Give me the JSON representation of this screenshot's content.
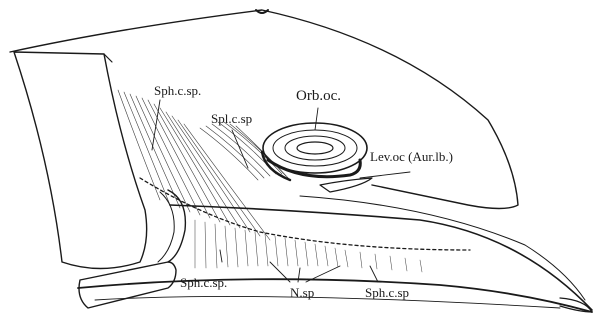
{
  "labels": {
    "sph_c_sp_top": "Sph.c.sp.",
    "spl_c_sp": "Spl.c.sp",
    "orb_oc": "Orb.oc.",
    "lev_oc": "Lev.oc (Aur.lb.)",
    "sph_c_sp_bottom_left": "Sph.c.sp.",
    "n_sp": "N.sp",
    "sph_c_sp_bottom_right": "Sph.c.sp"
  },
  "colors": {
    "ink": "#1a1a1a",
    "paper": "#ffffff"
  }
}
